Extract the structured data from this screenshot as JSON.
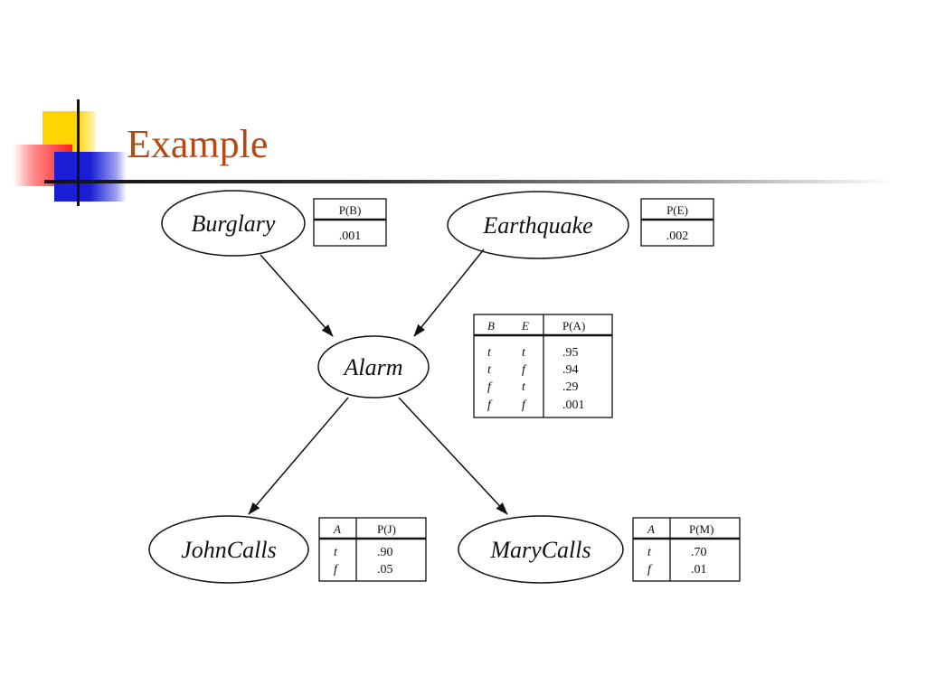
{
  "slide": {
    "title": "Example"
  },
  "network": {
    "nodes": {
      "burglary": "Burglary",
      "earthquake": "Earthquake",
      "alarm": "Alarm",
      "johncalls": "JohnCalls",
      "marycalls": "MaryCalls"
    },
    "edges": [
      [
        "Burglary",
        "Alarm"
      ],
      [
        "Earthquake",
        "Alarm"
      ],
      [
        "Alarm",
        "JohnCalls"
      ],
      [
        "Alarm",
        "MaryCalls"
      ]
    ],
    "cpt_burglary": {
      "header": "P(B)",
      "value": ".001"
    },
    "cpt_earthquake": {
      "header": "P(E)",
      "value": ".002"
    },
    "cpt_alarm": {
      "headers": [
        "B",
        "E",
        "P(A)"
      ],
      "rows": [
        [
          "t",
          "t",
          ".95"
        ],
        [
          "t",
          "f",
          ".94"
        ],
        [
          "f",
          "t",
          ".29"
        ],
        [
          "f",
          "f",
          ".001"
        ]
      ]
    },
    "cpt_johncalls": {
      "headers": [
        "A",
        "P(J)"
      ],
      "rows": [
        [
          "t",
          ".90"
        ],
        [
          "f",
          ".05"
        ]
      ]
    },
    "cpt_marycalls": {
      "headers": [
        "A",
        "P(M)"
      ],
      "rows": [
        [
          "t",
          ".70"
        ],
        [
          "f",
          ".01"
        ]
      ]
    }
  },
  "colors": {
    "title": "#b34a16",
    "line": "#111111"
  }
}
